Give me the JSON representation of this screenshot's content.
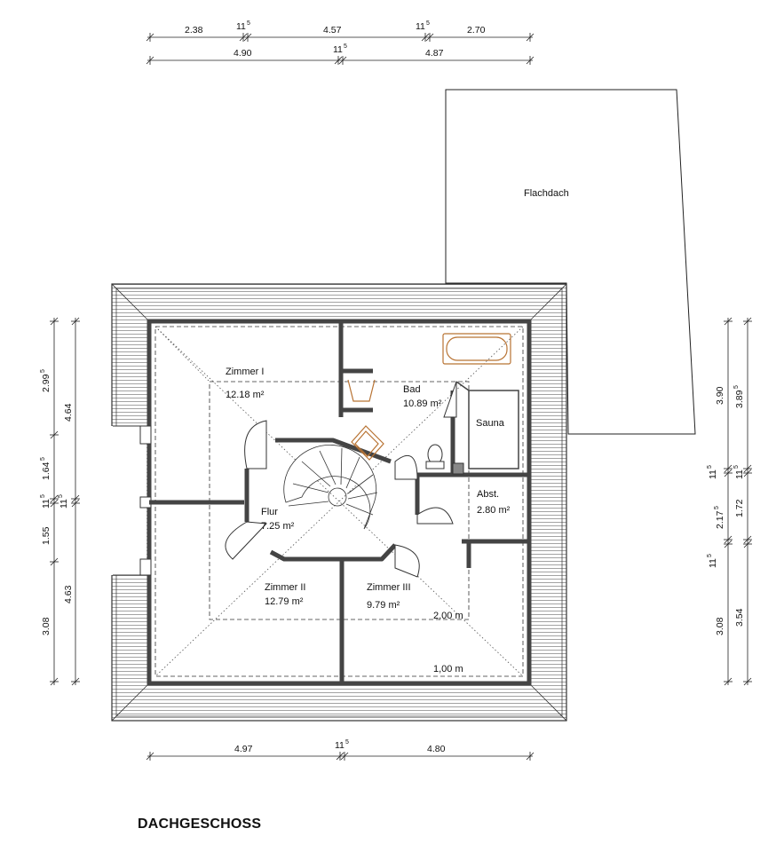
{
  "title": "DACHGESCHOSS",
  "roof_label": "Flachdach",
  "rooms": {
    "zimmer1": {
      "name": "Zimmer I",
      "area": "12.18 m²"
    },
    "bad": {
      "name": "Bad",
      "area": "10.89 m²"
    },
    "sauna": {
      "name": "Sauna"
    },
    "abst": {
      "name": "Abst.",
      "area": "2.80 m²"
    },
    "flur": {
      "name": "Flur",
      "area": "7.25 m²"
    },
    "zimmer2": {
      "name": "Zimmer II",
      "area": "12.79 m²"
    },
    "zimmer3": {
      "name": "Zimmer III",
      "area": "9.79 m²"
    }
  },
  "height_marks": {
    "h200": "2,00 m",
    "h100": "1,00 m"
  },
  "dims": {
    "top1": [
      "2.38",
      "11",
      "5",
      "4.57",
      "11",
      "5",
      "2.70"
    ],
    "top2": [
      "4.90",
      "11",
      "5",
      "4.87"
    ],
    "bottom": [
      "4.97",
      "11",
      "5",
      "4.80"
    ],
    "left_outer": [
      "2.99",
      "5",
      "1.64",
      "5",
      "11",
      "5",
      "1.55",
      "3.08"
    ],
    "left_inner": [
      "4.64",
      "11",
      "5",
      "4.63"
    ],
    "right_inner": [
      "3.90",
      "11",
      "5",
      "2.17",
      "5",
      "11",
      "5",
      "3.08"
    ],
    "right_outer": [
      "3.89",
      "5",
      "11",
      "5",
      "1.72",
      "3.54"
    ]
  },
  "colors": {
    "wall": "#555555",
    "fixture": "#b87333",
    "line": "#222222"
  }
}
